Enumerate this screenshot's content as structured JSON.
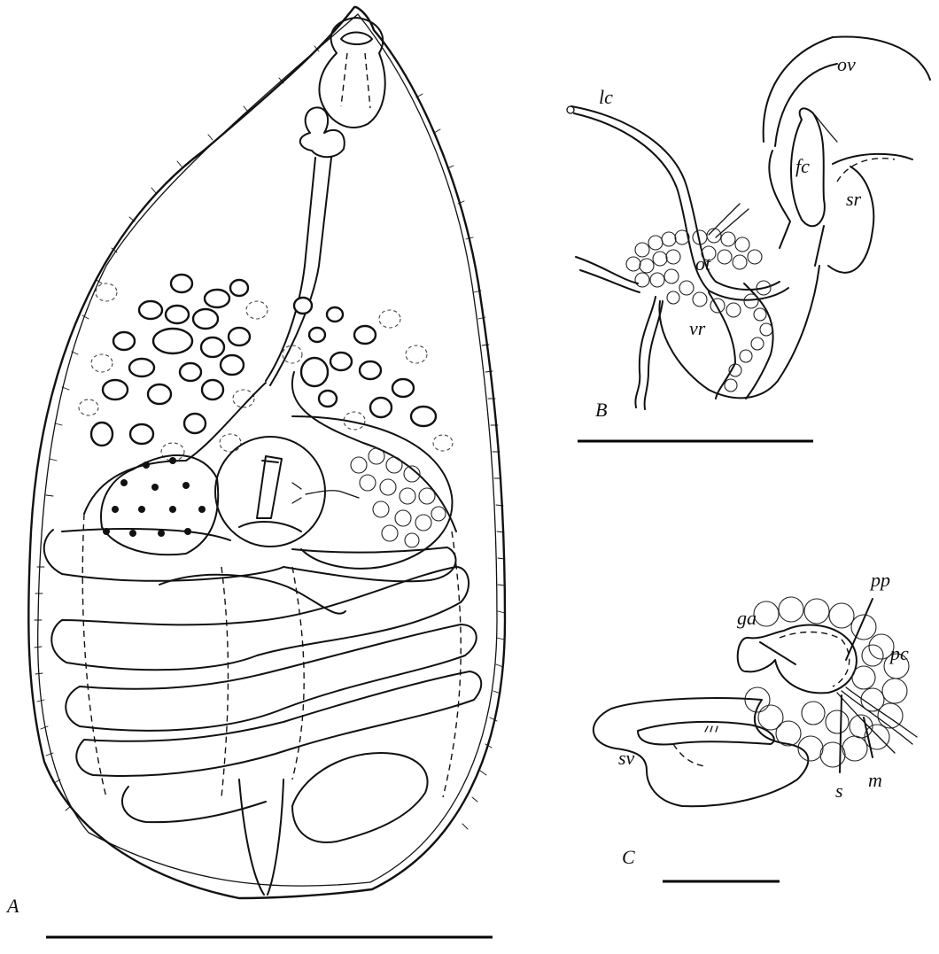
{
  "panels": {
    "A": {
      "label": "A"
    },
    "B": {
      "label": "B"
    },
    "C": {
      "label": "C"
    }
  },
  "labels_B": {
    "lc": "lc",
    "ov": "ov",
    "fc": "fc",
    "sr": "sr",
    "ot": "ot",
    "vr": "vr"
  },
  "labels_C": {
    "ga": "ga",
    "pp": "pp",
    "pc": "pc",
    "sv": "sv",
    "s": "s",
    "m": "m"
  }
}
